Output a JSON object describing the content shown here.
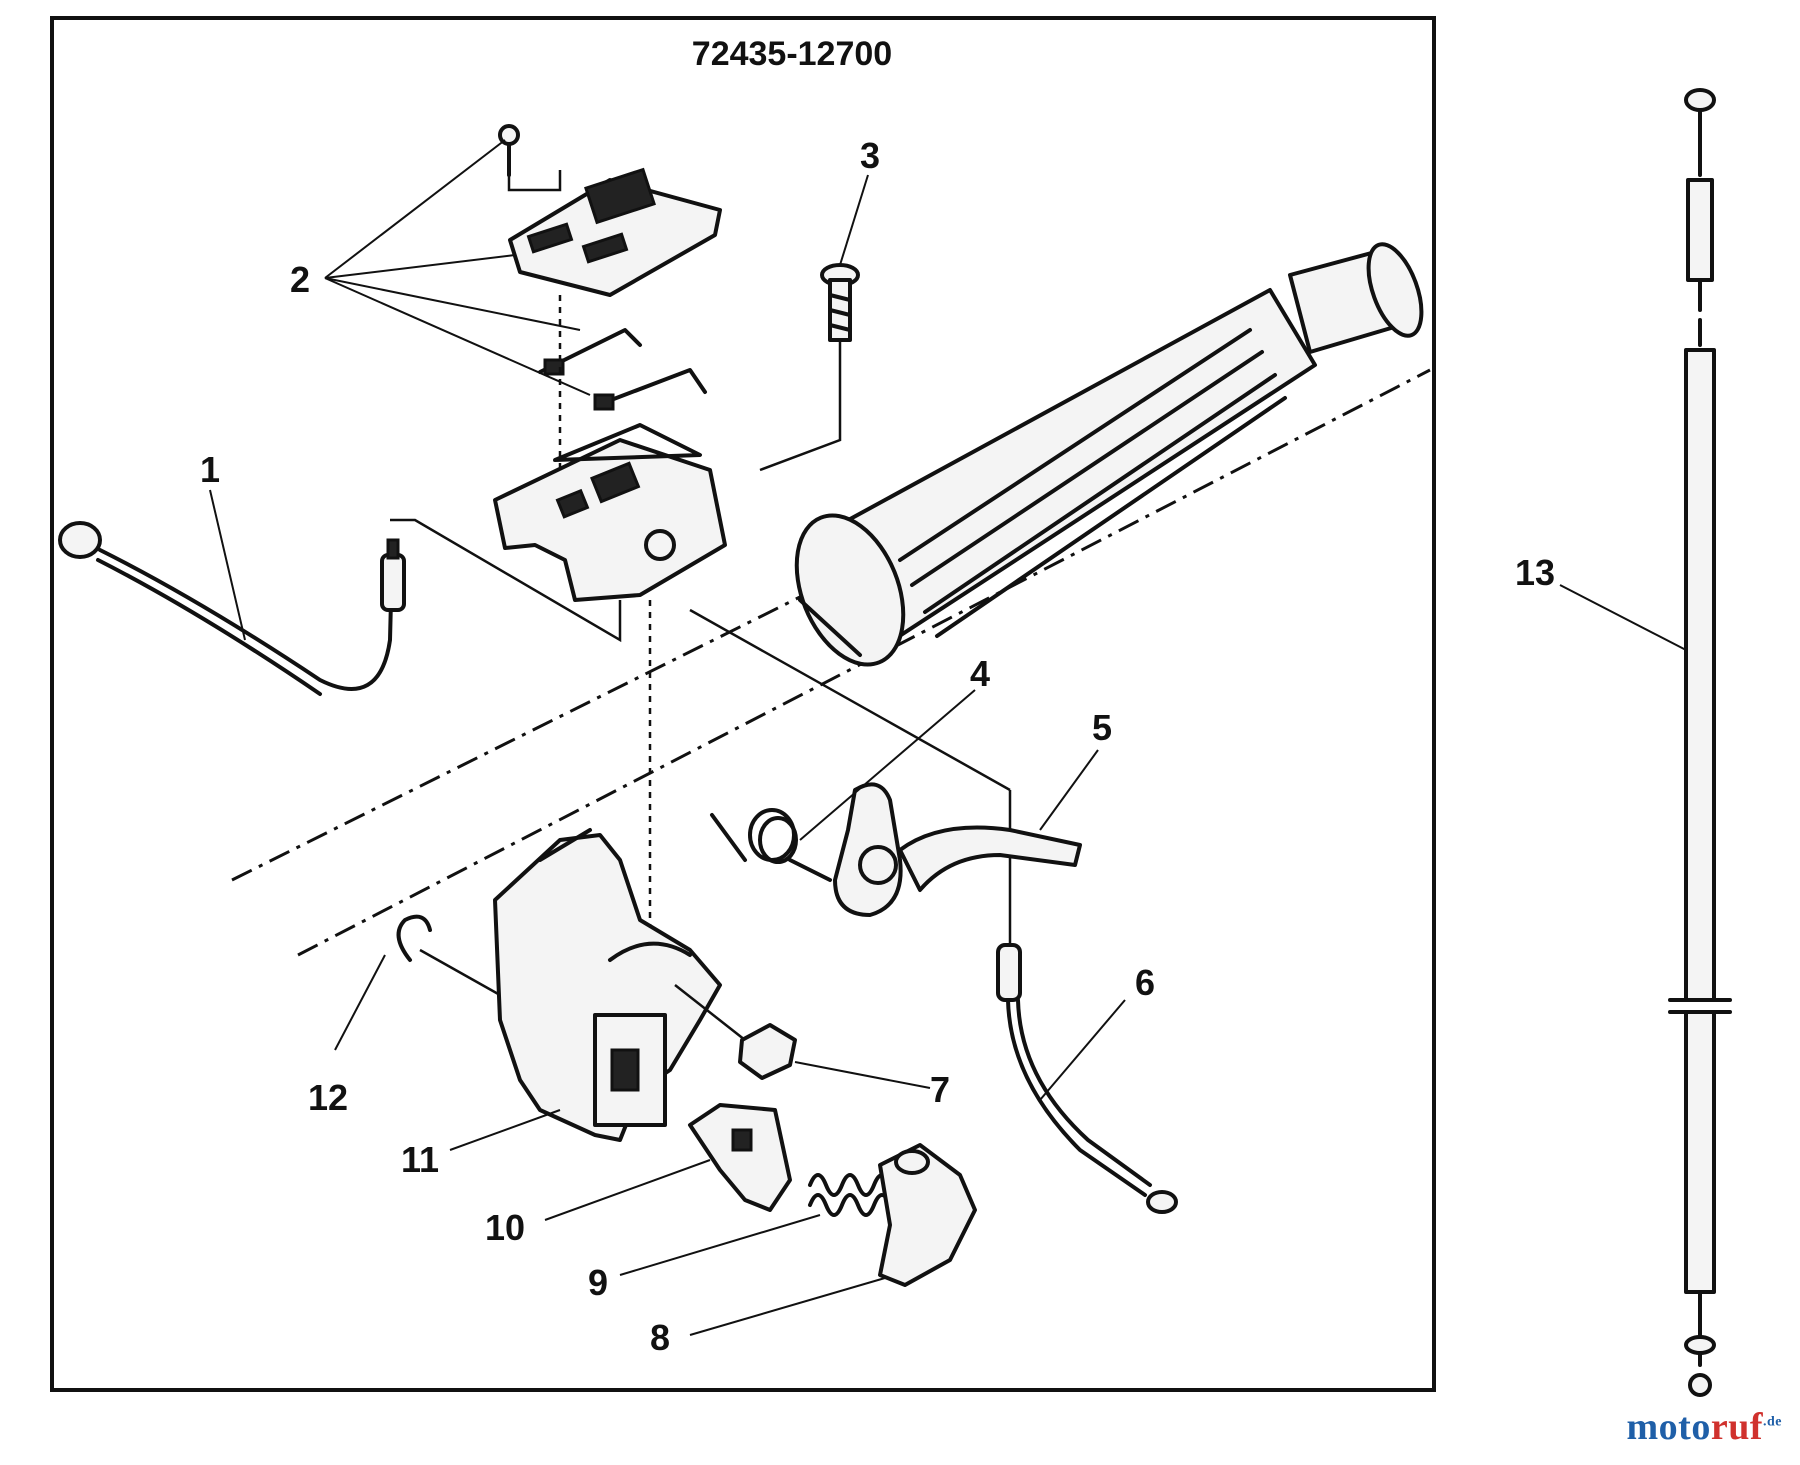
{
  "diagram": {
    "title": "72435-12700",
    "callouts": [
      "1",
      "2",
      "3",
      "4",
      "5",
      "6",
      "7",
      "8",
      "9",
      "10",
      "11",
      "12",
      "13"
    ]
  },
  "watermark": {
    "part_a": "moto",
    "part_b": "ruf",
    "part_c": ".de"
  },
  "colors": {
    "line": "#111111",
    "background": "#ffffff",
    "watermark_blue": "#1f5fa8",
    "watermark_red": "#d0312d"
  }
}
